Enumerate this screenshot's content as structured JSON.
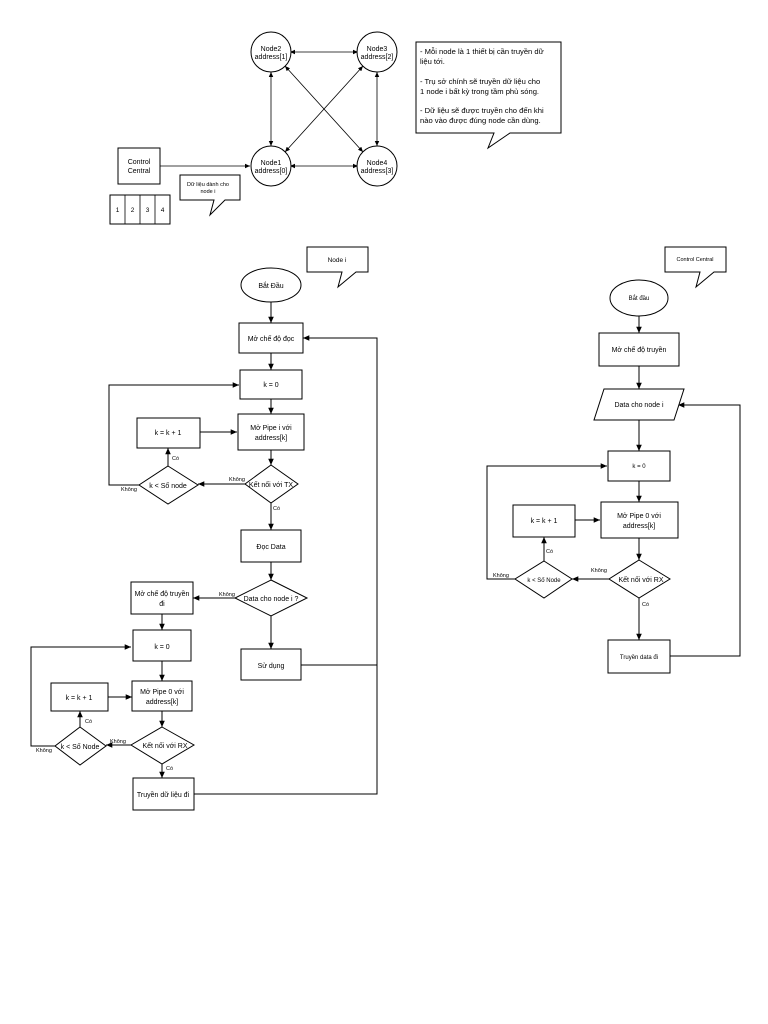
{
  "network": {
    "nodes": [
      {
        "name": "Node2",
        "address": "address[1]"
      },
      {
        "name": "Node3",
        "address": "address[2]"
      },
      {
        "name": "Node1",
        "address": "address[0]"
      },
      {
        "name": "Node4",
        "address": "address[3]"
      }
    ],
    "control": {
      "line1": "Control",
      "line2": "Central"
    },
    "buffer_cells": [
      "1",
      "2",
      "3",
      "4"
    ],
    "buffer_note": {
      "line1": "Dữ liệu dành cho",
      "line2": "node i"
    },
    "description": [
      "- Mỗi node là 1 thiết bị cần truyền dữ",
      "liệu tới.",
      "- Trụ sở chính sẽ truyền dữ liệu cho",
      "1 node i bất kỳ trong tầm phủ sóng.",
      "- Dữ liệu sẽ được truyền cho đến khi",
      "nào vào được đúng node cần dùng."
    ]
  },
  "node_flow": {
    "callout": "Node i",
    "start": "Bắt Đầu",
    "read_mode": "Mở chế độ đọc",
    "k_init": "k = 0",
    "open_pipe_line1": "Mở Pipe i với",
    "open_pipe_line2": "address[k]",
    "k_inc": "k = k + 1",
    "tx_check": "Kết nối với TX",
    "loop_check": "k < Số node",
    "co": "Có",
    "khong": "Không",
    "read_data": "Đọc Data",
    "data_check": "Data cho node i ?",
    "use": "Sử dụng",
    "send_mode_line1": "Mở chế độ truyền",
    "send_mode_line2": "đi",
    "k_init2": "k = 0",
    "open_pipe0_line1": "Mở Pipe 0 với",
    "open_pipe0_line2": "address[k]",
    "k_inc2": "k = k + 1",
    "rx_check": "Kết nối với RX",
    "loop_check2": "k < Số Node",
    "send": "Truyền dữ liệu đi"
  },
  "control_flow": {
    "callout": "Control Central",
    "start": "Bắt đầu",
    "send_mode": "Mở chế độ truyền",
    "data_in": "Data cho node i",
    "k_init": "k = 0",
    "open_pipe_line1": "Mở Pipe 0 với",
    "open_pipe_line2": "address[k]",
    "k_inc": "k = k + 1",
    "rx_check": "Kết nối với RX",
    "loop_check": "k < Số Node",
    "co": "Có",
    "khong": "Không",
    "send": "Truyền data đi"
  }
}
